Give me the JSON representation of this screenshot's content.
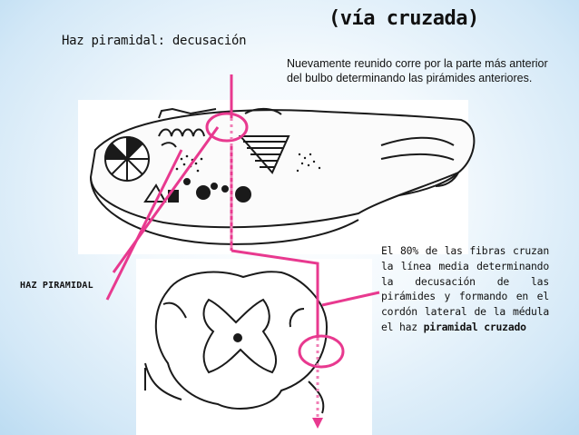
{
  "slide": {
    "title": "(vía cruzada)",
    "subtitle": "Haz piramidal: decusación",
    "note_top": "Nuevamente reunido corre por la parte más anterior del bulbo determinando las pirámides anteriores.",
    "label_haz": "HAZ PIRAMIDAL",
    "note_right_text": "El 80% de las fibras cruzan la línea media determinando la decusación de las pirámides y formando en el cordón lateral de la médula el haz",
    "note_right_emphasis": "piramidal cruzado"
  },
  "colors": {
    "pathway": "#e8398f",
    "dotted": "#f07fb6",
    "ink": "#1a1a1a"
  }
}
